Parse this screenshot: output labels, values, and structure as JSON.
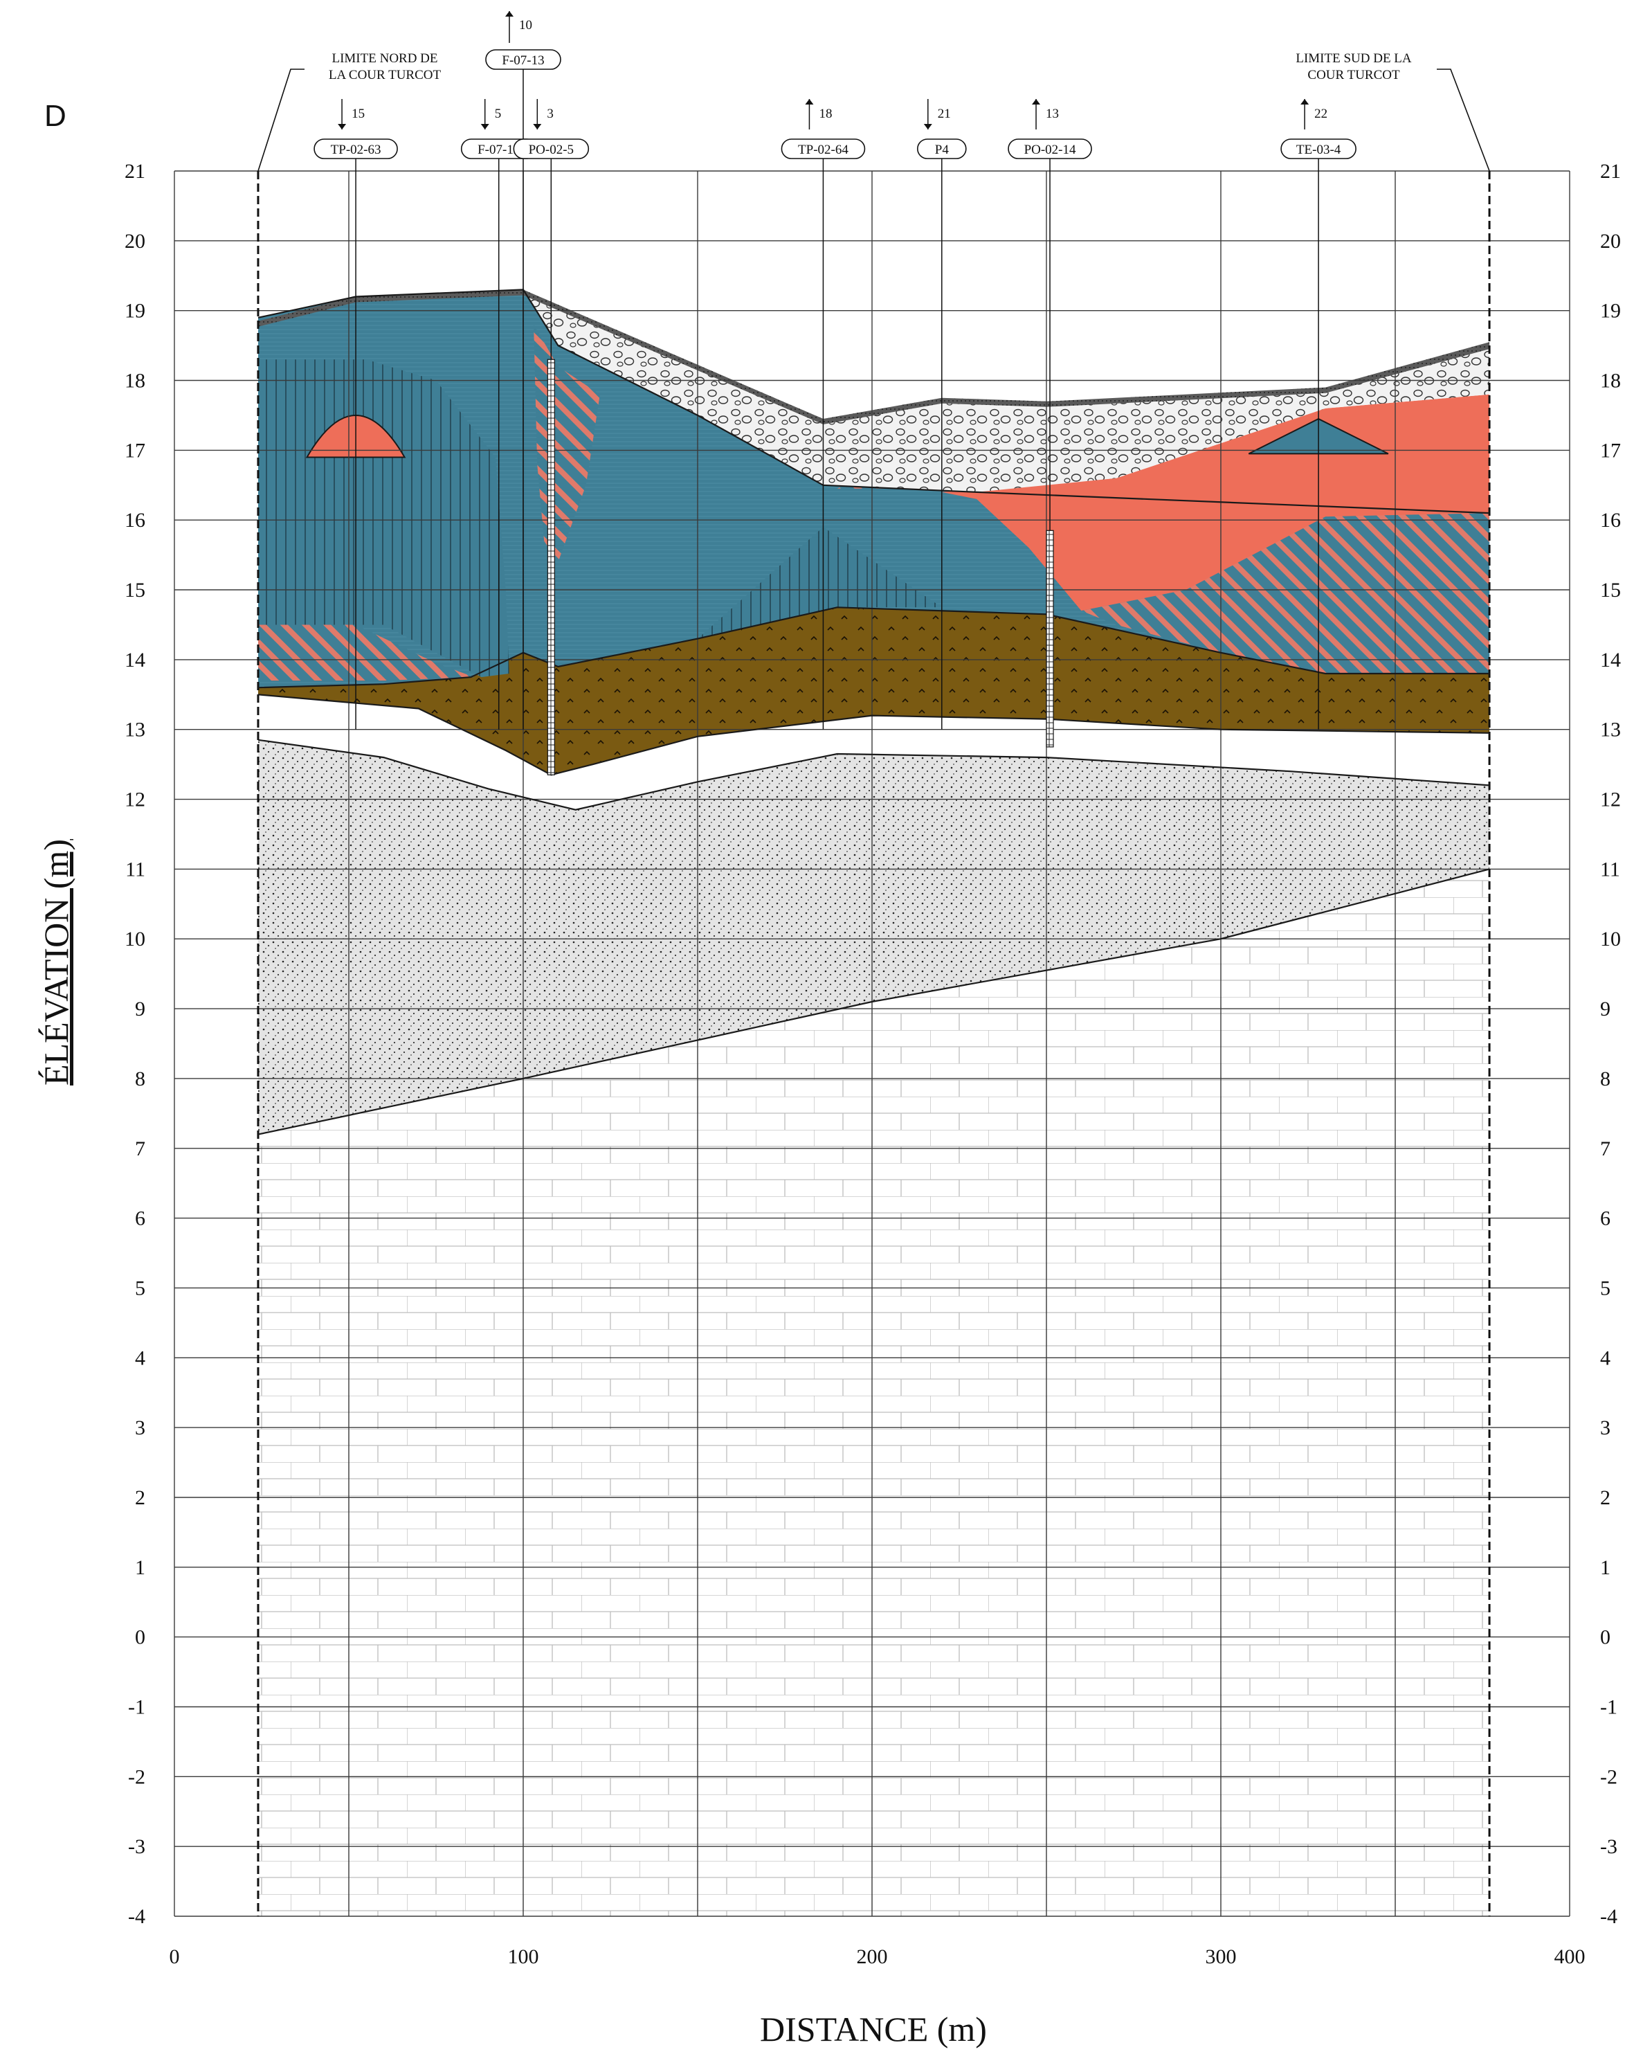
{
  "panel_label": "D",
  "axes": {
    "x_title": "DISTANCE (m)",
    "y_title": "ÉLÉVATION (m)",
    "x_ticks": [
      "0",
      "100",
      "200",
      "300",
      "400"
    ],
    "y_ticks": [
      "21",
      "20",
      "19",
      "18",
      "17",
      "16",
      "15",
      "14",
      "13",
      "12",
      "11",
      "10",
      "9",
      "8",
      "7",
      "6",
      "5",
      "4",
      "3",
      "2",
      "1",
      "0",
      "-1",
      "-2",
      "-3",
      "-4"
    ],
    "xlim": [
      0,
      400
    ],
    "ylim": [
      -4,
      21
    ]
  },
  "limits": {
    "north": {
      "line1": "LIMITE NORD DE",
      "line2": "LA COUR TURCOT",
      "x": 24
    },
    "south": {
      "line1": "LIMITE SUD DE LA",
      "line2": "COUR TURCOT",
      "x": 377
    }
  },
  "boreholes": [
    {
      "name": "TP-02-63",
      "offset": "15",
      "dir": "down",
      "x": 52
    },
    {
      "name": "F-07-12",
      "offset": "5",
      "dir": "down",
      "x": 93
    },
    {
      "name": "F-07-13",
      "offset": "10",
      "dir": "up",
      "x": 100
    },
    {
      "name": "PO-02-5",
      "offset": "3",
      "dir": "down",
      "x": 108
    },
    {
      "name": "TP-02-64",
      "offset": "18",
      "dir": "up",
      "x": 186
    },
    {
      "name": "P4",
      "offset": "21",
      "dir": "down",
      "x": 220
    },
    {
      "name": "PO-02-14",
      "offset": "13",
      "dir": "up",
      "x": 251
    },
    {
      "name": "TE-03-4",
      "offset": "22",
      "dir": "up",
      "x": 328
    }
  ],
  "colors": {
    "blue_fill": "#3f7f96",
    "red_fill": "#ee6e59",
    "brown_fill": "#7a5a12",
    "grey_dots": "#d9d9d9",
    "rock": "#ffffff",
    "fill_gravel": "#efefef",
    "topsoil": "#6b6b6b"
  }
}
